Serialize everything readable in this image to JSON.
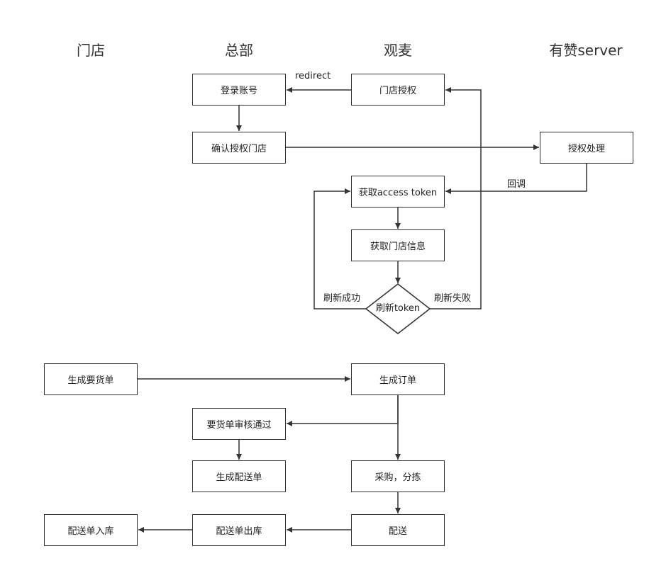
{
  "lanes": {
    "store": "门店",
    "hq": "总部",
    "guanmai": "观麦",
    "youzan": "有赞server"
  },
  "nodes": {
    "login": "登录账号",
    "store_auth": "门店授权",
    "confirm_store": "确认授权门店",
    "auth_process": "授权处理",
    "get_token": "获取access token",
    "get_store_info": "获取门店信息",
    "refresh_token": "刷新token",
    "gen_request": "生成要货单",
    "gen_order": "生成订单",
    "request_approved": "要货单审核通过",
    "gen_delivery": "生成配送单",
    "purchase_sort": "采购，分拣",
    "delivery": "配送",
    "delivery_out": "配送单出库",
    "delivery_in": "配送单入库"
  },
  "labels": {
    "redirect": "redirect",
    "callback": "回调",
    "refresh_ok": "刷新成功",
    "refresh_fail": "刷新失败"
  }
}
